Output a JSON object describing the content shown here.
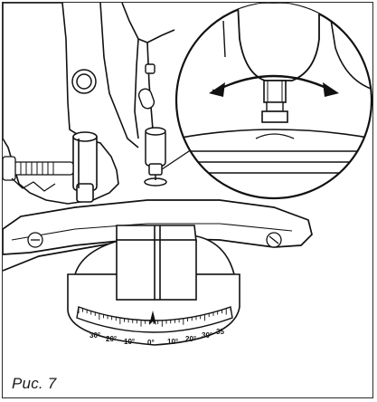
{
  "figure": {
    "caption": "Рис. 7"
  },
  "bevel_scale": {
    "labels": [
      "30°",
      "20°",
      "10°",
      "0°",
      "10°",
      "20°",
      "30°",
      "35"
    ]
  },
  "colors": {
    "line": "#111111",
    "fill": "#ffffff",
    "shade": "#dddddd"
  }
}
